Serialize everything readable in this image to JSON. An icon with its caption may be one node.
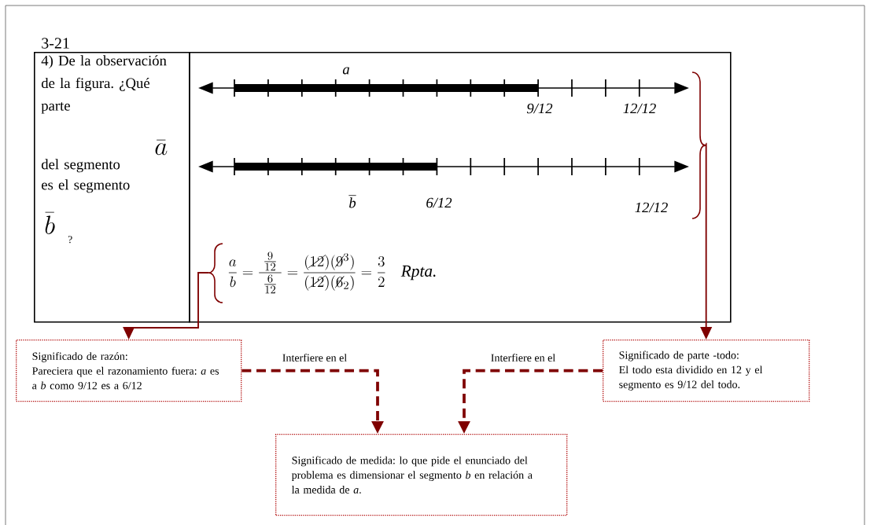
{
  "diagram": {
    "title": "3-21",
    "nodes": [
      {
        "text": [
          "4) De la observación de la figura. ¿Qué parte",
          "del segmento",
          "\\bar{a}",
          "es el segmento",
          "\\bar{b}",
          "?"
        ]
      },
      {
        "text": [],
        "shape": "box"
      },
      {
        "text": [],
        "shape": "picture",
        "in": 1
      },
      {
        "text": [
          "\\frac{a}{b}=\\frac{\\;\\frac{9}{12}\\;}{\\frac{6}{12}}=\\frac{(\\cancel{12})(\\cancel{9}^{3})}{(\\cancel{12})(\\cancel{6}_{2})}=\\frac{3}{2}",
          "Rpta."
        ],
        "in": 1
      },
      {
        "text": [
          "Significado de razón:",
          "Pareciera que el razonamiento fuera: *a* es a *b* como 9/12 es a 6/12"
        ]
      },
      {
        "text": [
          "Significado de parte -todo:",
          "El todo esta dividido en 12 y el segmento es 9/12 del todo."
        ]
      },
      {
        "text": [
          "Significado de medida: lo que pide el enunciado del problema es dimensionar el segmento *b* en relación a la medida de *a*."
        ]
      }
    ],
    "edges": [
      {
        "from": 3,
        "to": 4,
        "arrow": "to"
      },
      {
        "from": 2,
        "to": 5,
        "arrow": "to"
      },
      {
        "from": 4,
        "to": 6,
        "arrow": "to",
        "style": "dashed",
        "label": "Interfiere en el"
      },
      {
        "from": 5,
        "to": 6,
        "arrow": "to",
        "style": "dashed",
        "label": "Interfiere en el"
      }
    ],
    "labels": [
      "a",
      "9/12",
      "12/12",
      "b",
      "6/12",
      "12/12"
    ]
  }
}
